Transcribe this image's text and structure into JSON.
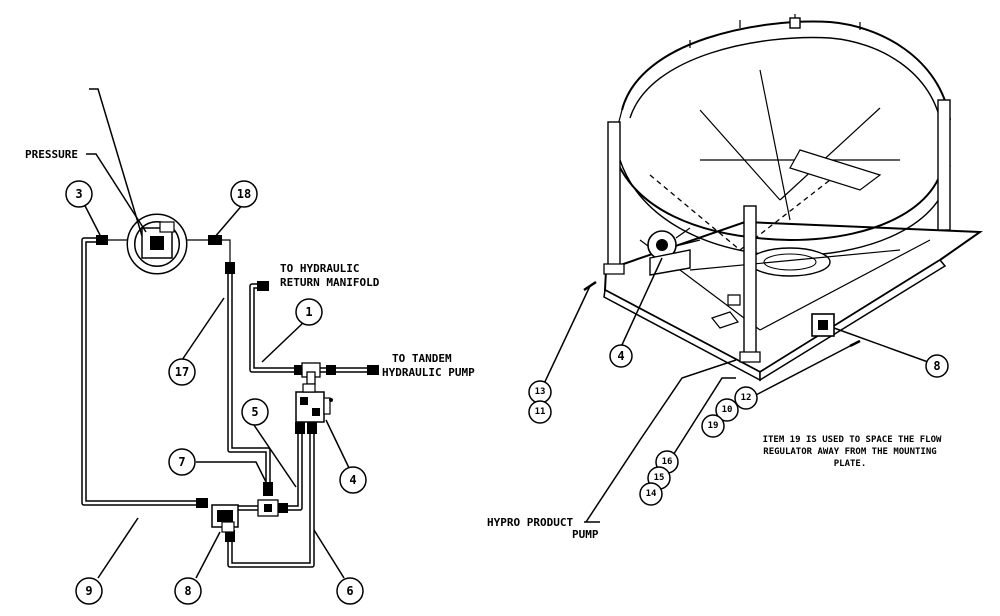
{
  "labels": {
    "pressure": "PRESSURE",
    "return_line1": "TO HYDRAULIC",
    "return_line2": "RETURN MANIFOLD",
    "pump_line1": "TO TANDEM",
    "pump_line2": "HYDRAULIC PUMP",
    "hypro_line1": "HYPRO PRODUCT",
    "hypro_line2": "PUMP"
  },
  "note": {
    "line1": "ITEM 19 IS USED TO SPACE THE FLOW",
    "line2": "REGULATOR AWAY FROM THE MOUNTING",
    "line3": "PLATE."
  },
  "schematic_callouts": [
    "3",
    "18",
    "1",
    "17",
    "5",
    "4",
    "7",
    "9",
    "8",
    "6"
  ],
  "assembly_callouts": [
    "4",
    "8",
    "13",
    "11",
    "12",
    "10",
    "19",
    "16",
    "15",
    "14"
  ]
}
